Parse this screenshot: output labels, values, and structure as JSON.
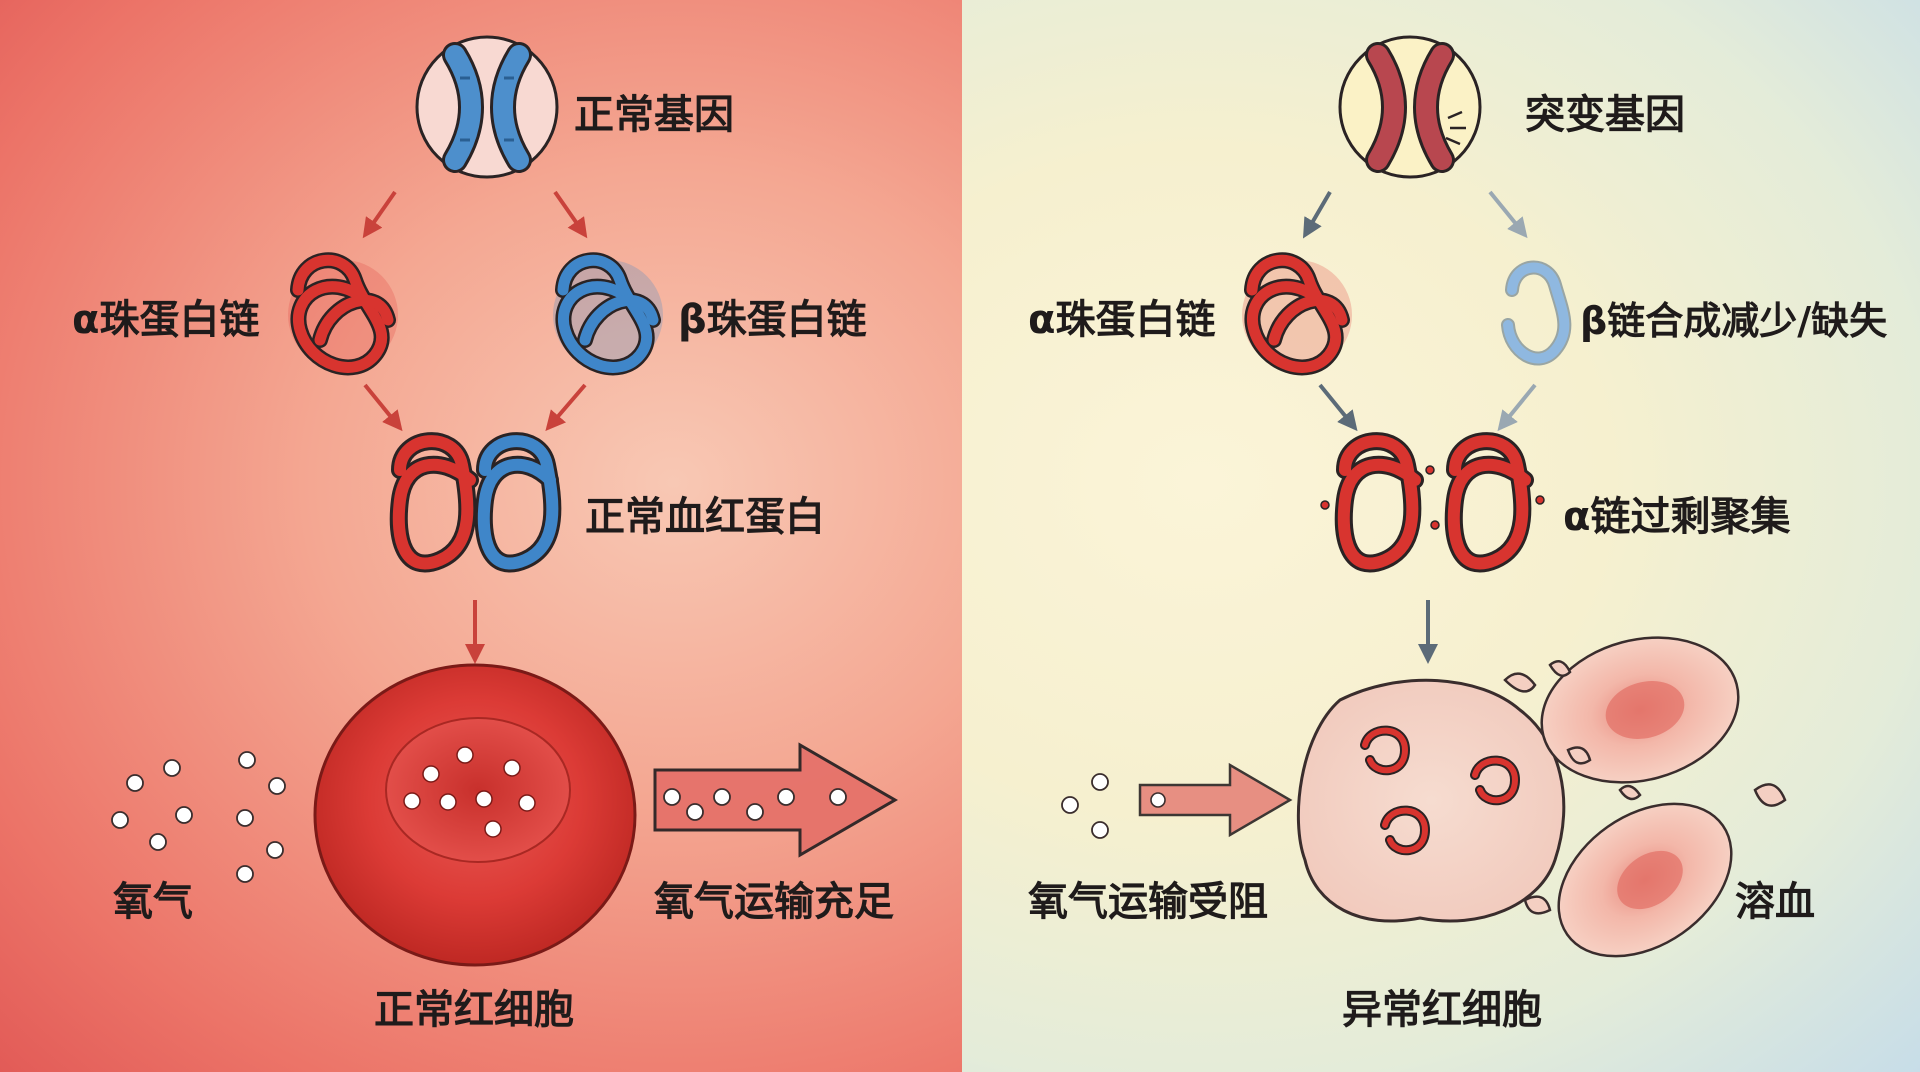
{
  "normal": {
    "gene_label": "正常基因",
    "alpha_label": "α珠蛋白链",
    "beta_label": "β珠蛋白链",
    "hemoglobin_label": "正常血红蛋白",
    "oxygen_label": "氧气",
    "transport_label": "氧气运输充足",
    "cell_label": "正常红细胞"
  },
  "mutant": {
    "gene_label": "突变基因",
    "alpha_label": "α珠蛋白链",
    "beta_label": "β链合成减少/缺失",
    "aggregate_label": "α链过剩聚集",
    "transport_label": "氧气运输受阻",
    "hemolysis_label": "溶血",
    "cell_label": "异常红细胞"
  },
  "colors": {
    "alpha_chain": "#d8342f",
    "beta_chain": "#3f86c9",
    "beta_chain_faded": "#8fb8e0",
    "mutant_chromosome": "#b8474f",
    "arrow_red": "#c9423b",
    "arrow_grey": "#5c6b78"
  }
}
